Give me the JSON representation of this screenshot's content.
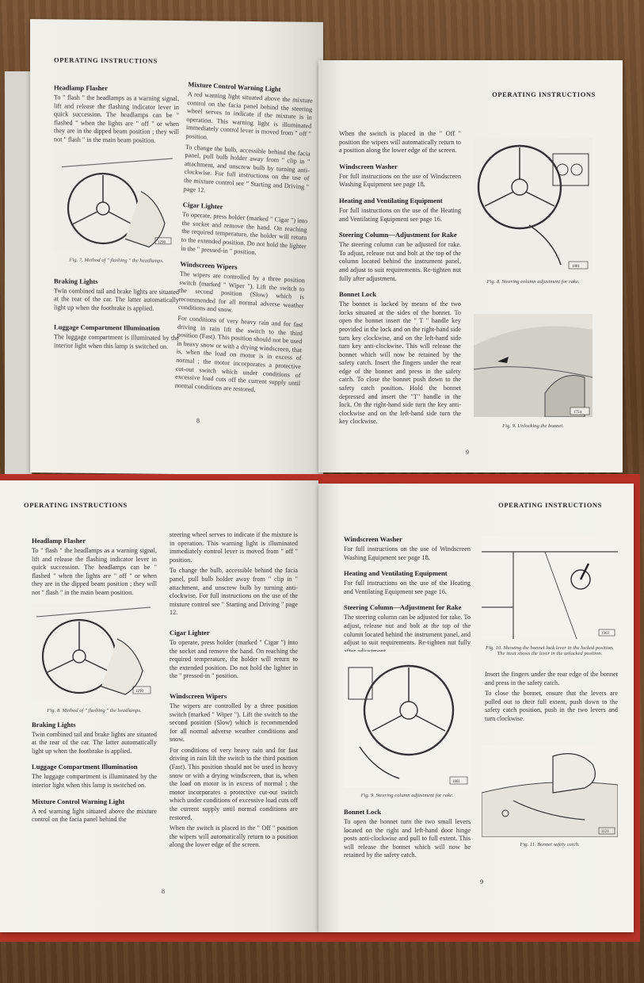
{
  "top": {
    "left_page": {
      "header": "OPERATING INSTRUCTIONS",
      "page_number": "8",
      "col1": [
        {
          "h": "Headlamp Flasher",
          "p": "To \" flash \" the headlamps as a warning signal, lift and release the flashing indicator lever in quick succession. The headlamps can be \" flashed \" when the lights are \" off \" or when they are in the dipped beam position ; they will not \" flash \" in the main beam position."
        },
        {
          "fig": "Fig. 7. Method of \" flashing \" the headlamps.",
          "code": "1290"
        },
        {
          "h": "Braking Lights",
          "p": "Twin combined tail and brake lights are situated at the rear of the car. The latter automatically light up when the footbrake is applied."
        },
        {
          "h": "Luggage Compartment Illumination",
          "p": "The luggage compartment is illuminated by the interior light when this lamp is switched on."
        }
      ],
      "col2": [
        {
          "h": "Mixture Control Warning Light",
          "p": "A red warning light situated above the mixture control on the facia panel behind the steering wheel serves to indicate if the mixture is in operation. This warning light is illuminated immediately control lever is moved from \" off \" position."
        },
        {
          "p": "To change the bulb, accessible behind the facia panel, pull bulb holder away from \" clip in \" attachment, and unscrew bulb by turning anti-clockwise. For full instructions on the use of the mixture control see \" Starting and Driving \" page 12."
        },
        {
          "h": "Cigar Lighter",
          "p": "To operate, press holder (marked \" Cigar \") into the socket and remove the hand. On reaching the required temperature, the holder will return to the extended position. Do not hold the lighter in the \" pressed-in \" position."
        },
        {
          "h": "Windscreen Wipers",
          "p": "The wipers are controlled by a three position switch (marked \" Wiper \"). Lift the switch to the second position (Slow) which is recommended for all normal adverse weather conditions and snow."
        },
        {
          "p": "For conditions of very heavy rain and for fast driving in rain lift the switch to the third position (Fast). This position should not be used in heavy snow or with a drying windscreen, that is, when the load on motor is in excess of normal ; the motor incorporates a protective cut-out switch which under conditions of excessive load cuts off the current supply until normal conditions are restored."
        }
      ]
    },
    "right_page": {
      "header": "OPERATING INSTRUCTIONS",
      "page_number": "9",
      "col1": [
        {
          "p": "When the switch is placed in the \" Off \" position the wipers will automatically return to a position along the lower edge of the screen."
        },
        {
          "h": "Windscreen Washer",
          "p": "For full instructions on the use of Windscreen Washing Equipment see page 18."
        },
        {
          "h": "Heating and Ventilating Equipment",
          "p": "For full instructions on the use of the Heating and Ventilating Equipment see page 16."
        },
        {
          "h": "Steering Column—Adjustment for Rake",
          "p": "The steering column can be adjusted for rake. To adjust, release nut and bolt at the top of the column located behind the instrument panel, and adjust to suit requirements. Re-tighten nut fully after adjustment."
        },
        {
          "h": "Bonnet Lock",
          "p": "The bonnet is locked by means of the two locks situated at the sides of the bonnet. To open the bonnet insert the \" T \" handle key provided in the lock and on the right-hand side turn key clockwise, and on the left-hand side turn key anti-clockwise. This will release the bonnet which will now be retained by the safety catch. Insert the fingers under the rear edge of the bonnet and press in the safety catch. To close the bonnet push down to the safety catch position. Hold the bonnet depressed and insert the \"T\" handle in the lock. On the right-hand side turn the key anti-clockwise and on the left-hand side turn the key clockwise."
        }
      ],
      "fig8": {
        "caption": "Fig. 8. Steering column adjustment for rake.",
        "code": "1881"
      },
      "fig9": {
        "caption": "Fig. 9. Unlocking the bonnet.",
        "code": "1754"
      }
    }
  },
  "bottom": {
    "left_page": {
      "header": "OPERATING INSTRUCTIONS",
      "page_number": "8",
      "col1": [
        {
          "h": "Headlamp Flasher",
          "p": "To \" flash \" the headlamps as a warning signal, lift and release the flashing indicator lever in quick succession. The headlamps can be \" flashed \" when the lights are \" off \" or when they are in the dipped beam position ; they will not \" flash \" in the main beam position."
        },
        {
          "fig": "Fig. 8. Method of \" flashing \" the headlamps.",
          "code": "1290"
        },
        {
          "h": "Braking Lights",
          "p": "Twin combined tail and brake lights are situated at the rear of the car. The latter automatically light up when the footbrake is applied."
        },
        {
          "h": "Luggage Compartment Illumination",
          "p": "The luggage compartment is illuminated by the interior light when this lamp is switched on."
        },
        {
          "h": "Mixture Control Warning Light",
          "p": "A red warning light situated above the mixture control on the facia panel behind the"
        }
      ],
      "col2": [
        {
          "p": "steering wheel serves to indicate if the mixture is in operation. This warning light is illuminated immediately control lever is moved from \" off \" position."
        },
        {
          "p": "To change the bulb, accessible behind the facia panel, pull bulb holder away from \" clip in \" attachment, and unscrew bulb by turning anti-clockwise. For full instructions on the use of the mixture control see \" Starting and Driving \" page 12."
        },
        {
          "h": "Cigar Lighter",
          "p": "To operate, press holder (marked \" Cigar \") into the socket and remove the hand. On reaching the required temperature, the holder will return to the extended position. Do not hold the lighter in the \" pressed-in \" position."
        },
        {
          "h": "Windscreen Wipers",
          "p": "The wipers are controlled by a three position switch (marked \" Wiper \"). Lift the switch to the second position (Slow) which is recommended for all normal adverse weather conditions and snow."
        },
        {
          "p": "For conditions of very heavy rain and for fast driving in rain lift the switch to the third position (Fast). This position should not be used in heavy snow or with a drying windscreen, that is, when the load on motor is in excess of normal ; the motor incorporates a protective cut-out switch which under conditions of excessive load cuts off the current supply until normal conditions are restored."
        },
        {
          "p": "When the switch is placed in the \" Off \" position the wipers will automatically return to a position along the lower edge of the screen."
        }
      ]
    },
    "right_page": {
      "header": "OPERATING INSTRUCTIONS",
      "page_number": "9",
      "col1": [
        {
          "h": "Windscreen Washer",
          "p": "For full instructions on the use of Windscreen Washing Equipment see page 18."
        },
        {
          "h": "Heating and Ventilating Equipment",
          "p": "For full instructions on the use of the Heating and Ventilating Equipment see page 16."
        },
        {
          "h": "Steering Column—Adjustment for Rake",
          "p": "The steering column can be adjusted for rake. To adjust, release nut and bolt at the top of the column located behind the instrument panel, and adjust to suit requirements. Re-tighten nut fully after adjustment."
        }
      ],
      "fig9": {
        "caption": "Fig. 9. Steering column adjustment for rake.",
        "code": "1881"
      },
      "bonnet": {
        "h": "Bonnet Lock",
        "p": "To open the bonnet turn the two small levers located on the right and left-hand door hinge posts anti-clockwise and pull to full extent. This will release the bonnet which will now be retained by the safety catch."
      },
      "fig10": {
        "caption": "Fig. 10. Showing the bonnet lock lever in the locked position. The inset shows the lever in the unlocked position.",
        "code": "1963"
      },
      "col2": [
        {
          "p": "Insert the fingers under the rear edge of the bonnet and press in the safety catch."
        },
        {
          "p": "To close the bonnet, ensure that the levers are pulled out to their full extent, push down to the safety catch position, push in the two levers and turn clockwise."
        }
      ],
      "fig11": {
        "caption": "Fig. 11. Bonnet safety catch.",
        "code": "1121"
      }
    }
  }
}
